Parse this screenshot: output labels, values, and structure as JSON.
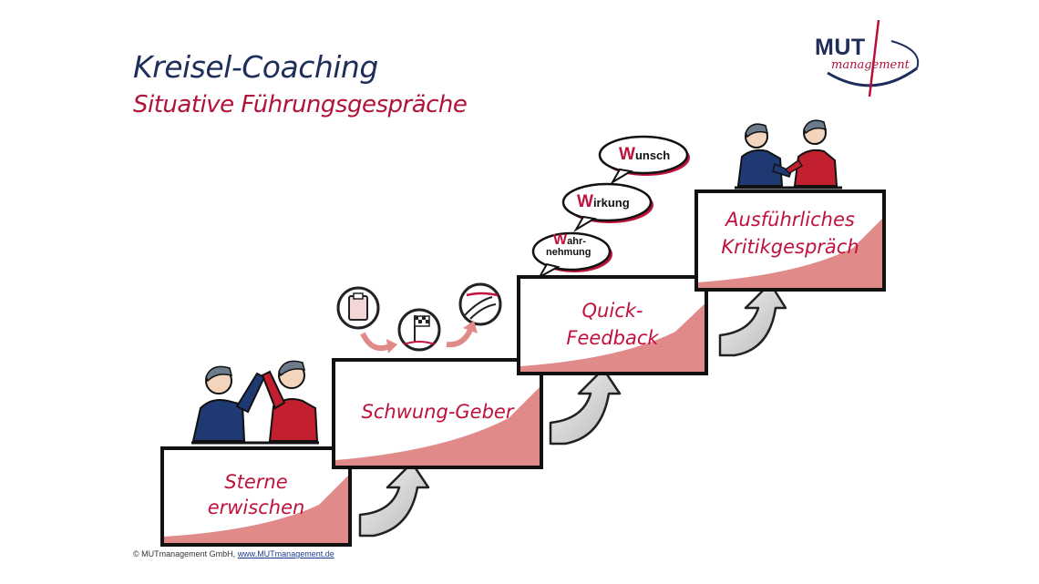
{
  "header": {
    "title": "Kreisel-Coaching",
    "subtitle": "Situative Führungsgespräche"
  },
  "logo": {
    "mut": "MUT",
    "management": "management"
  },
  "steps": [
    {
      "label_line1": "Sterne",
      "label_line2": "erwischen"
    },
    {
      "label_line1": "Schwung-Geber",
      "label_line2": ""
    },
    {
      "label_line1": "Quick-",
      "label_line2": "Feedback"
    },
    {
      "label_line1": "Ausführliches",
      "label_line2": "Kritikgespräch"
    }
  ],
  "bubbles": {
    "wahrnehmung": {
      "initial": "W",
      "rest1": "ahr-",
      "rest2": "nehmung"
    },
    "wirkung": {
      "initial": "W",
      "rest": "irkung"
    },
    "wunsch": {
      "initial": "W",
      "rest": "unsch"
    }
  },
  "footer": {
    "copyright": "© MUTmanagement GmbH,",
    "link": "www.MUTmanagement.de"
  },
  "colors": {
    "accent_red": "#c0123c",
    "navy": "#1f2d5a",
    "step_shade": "#e08a8a"
  }
}
